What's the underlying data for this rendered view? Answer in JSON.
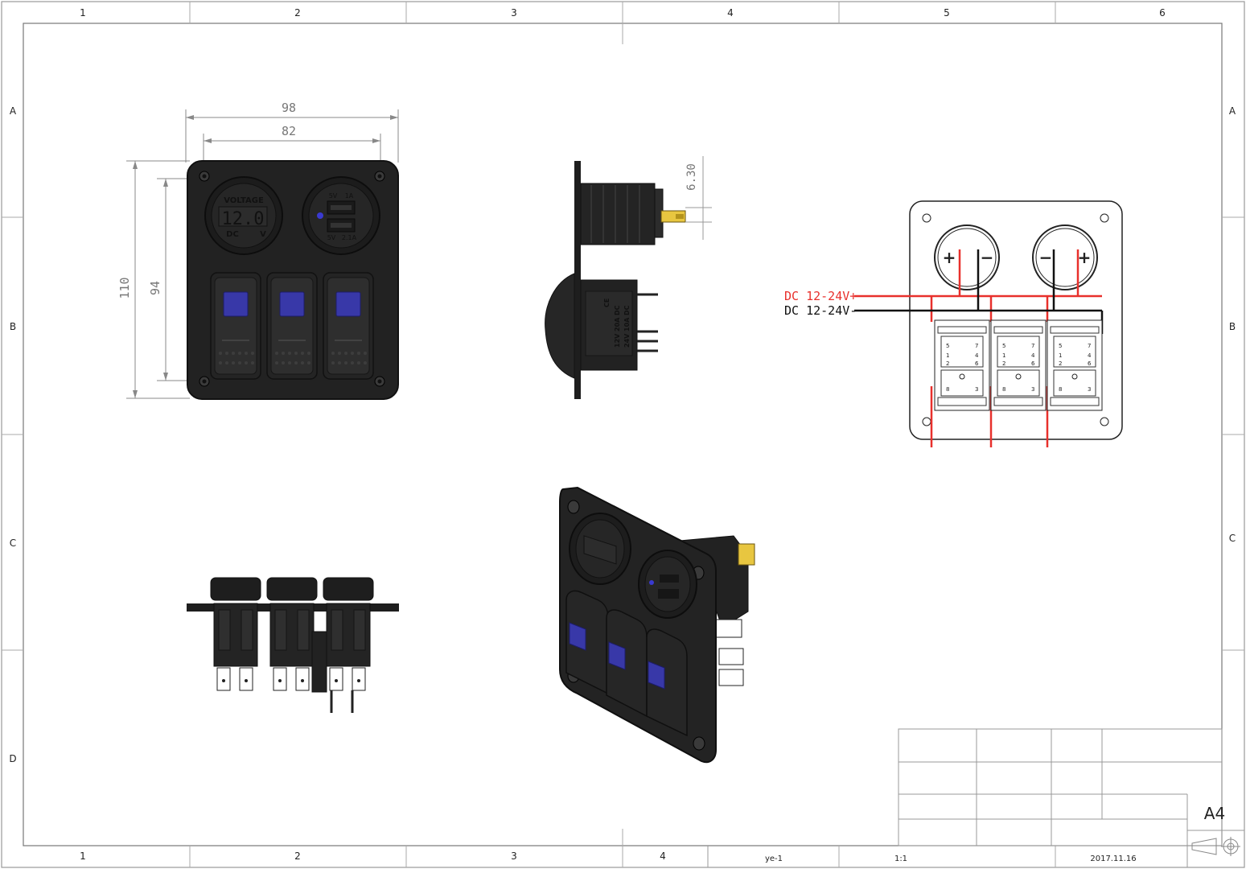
{
  "frame": {
    "col_labels": [
      "1",
      "2",
      "3",
      "4",
      "5",
      "6"
    ],
    "bottom_col_labels": [
      "1",
      "2",
      "3",
      "4"
    ],
    "row_labels": [
      "A",
      "B",
      "C",
      "D"
    ]
  },
  "front_view": {
    "dims": {
      "width_outer": "98",
      "width_inner": "82",
      "height_outer": "110",
      "height_inner": "94"
    },
    "voltmeter": {
      "title": "VOLTAGE",
      "reading": "12.0",
      "dc": "DC",
      "unit": "V"
    },
    "usb": {
      "top_volt": "5V",
      "top_amp": "1A",
      "bottom_volt": "5V",
      "bottom_amp": "2.1A"
    }
  },
  "side_view": {
    "dim": "6.30",
    "switch_marks": [
      "CE",
      "12V",
      "20A",
      "DC",
      "24V",
      "10A",
      "DC"
    ]
  },
  "wiring": {
    "pos_label": "DC 12-24V+",
    "neg_label": "DC 12-24V-",
    "meter_left": [
      "+",
      "−"
    ],
    "meter_right": [
      "−",
      "+"
    ],
    "colors": {
      "positive": "#e8302c",
      "negative": "#111111"
    }
  },
  "title_block": {
    "sheet_size": "A4",
    "sheet_code": "ye-1",
    "scale": "1:1",
    "date": "2017.11.16"
  }
}
